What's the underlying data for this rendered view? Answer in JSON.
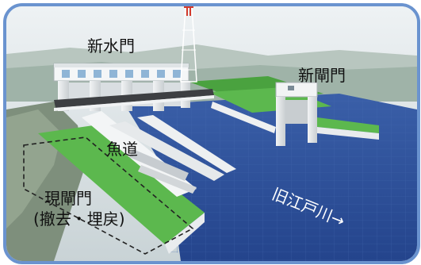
{
  "labels": {
    "new_water_gate": "新水門",
    "new_lock_gate": "新閘門",
    "fishway": "魚道",
    "current_lock_line1": "現閘門",
    "current_lock_line2": "(撤去・埋戻)",
    "old_edogawa": "旧江戸川→"
  },
  "colors": {
    "frame_border": "#6a93cf",
    "water": "#2c4f9a",
    "grass": "#5cb84e",
    "sky": "#dfe6ea"
  }
}
